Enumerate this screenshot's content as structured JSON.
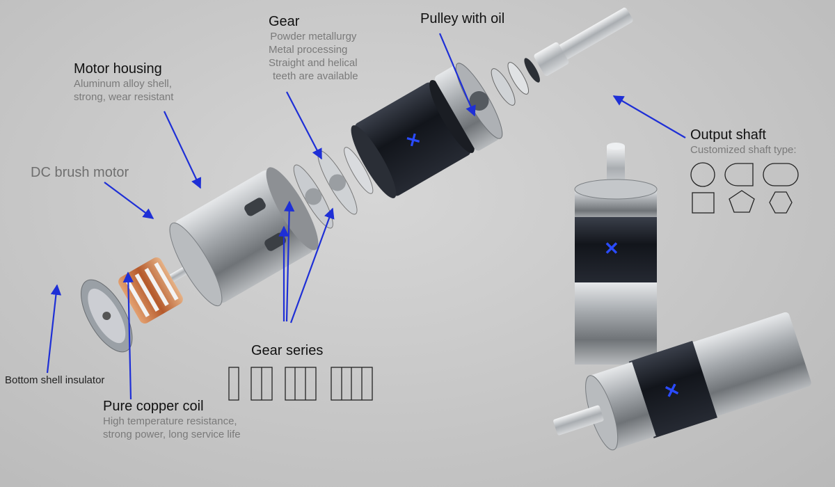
{
  "labels": {
    "gear": {
      "title": "Gear",
      "lines": [
        "Powder metallurgy",
        "Metal processing",
        "Straight and helical",
        "teeth are available"
      ]
    },
    "pulley": {
      "title": "Pulley with oil"
    },
    "motor_housing": {
      "title": "Motor housing",
      "lines": [
        "Aluminum alloy shell,",
        "strong, wear resistant"
      ]
    },
    "dc_brush_motor": {
      "title": "DC brush motor"
    },
    "output_shaft": {
      "title": "Output shaft",
      "subtitle": "Customized shaft type:"
    },
    "gear_series": {
      "title": "Gear series"
    },
    "bottom_shell": {
      "title": "Bottom shell insulator"
    },
    "copper_coil": {
      "title": "Pure copper coil",
      "lines": [
        "High temperature resistance,",
        "strong power, long service life"
      ]
    }
  },
  "shaft_types": [
    "round",
    "d-cut",
    "double-d-cut",
    "square",
    "pentagon",
    "hexagon"
  ],
  "gear_series_counts": [
    1,
    2,
    3,
    4
  ],
  "colors": {
    "arrow": "#1e2fd6",
    "motor_black": "#15181f",
    "aluminum": "#9fa2a6",
    "copper": "#c86a3a",
    "logo_blue": "#2a4bff"
  },
  "icons": [
    "xyt-logo-icon"
  ]
}
